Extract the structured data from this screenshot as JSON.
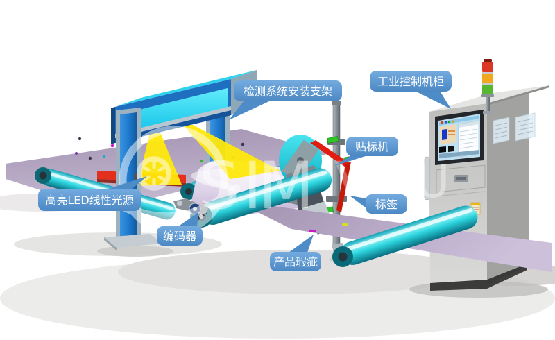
{
  "callouts": {
    "bracket": {
      "text": "检测系统安装支架"
    },
    "cabinet": {
      "text": "工业控制机柜"
    },
    "labeler": {
      "text": "贴标机"
    },
    "tag": {
      "text": "标签"
    },
    "led": {
      "text": "高亮LED线性光源"
    },
    "encoder": {
      "text": "编码器"
    },
    "defect": {
      "text": "产品瑕疵"
    }
  },
  "watermark": {
    "letters": [
      "S",
      "I",
      "M",
      "V",
      "U"
    ]
  },
  "colors": {
    "callout_blue": "#5b9bd5",
    "frame_blue": "#1f78cc",
    "panel_cyan": "#2fd9f2",
    "roller_cyan": "#2cd4de",
    "cone_yellow": "#ffe90c",
    "led_red": "#e2301c",
    "fabric_mauve": "#a596b4",
    "fabric_light": "#c9bbd9",
    "cabinet_gray": "#c4c4c2",
    "tower_red": "#dc3826",
    "tower_amber": "#f2a81e",
    "tower_green": "#55b830",
    "defect_magenta": "#cc19c4",
    "defect_yellow": "#d8e020"
  }
}
